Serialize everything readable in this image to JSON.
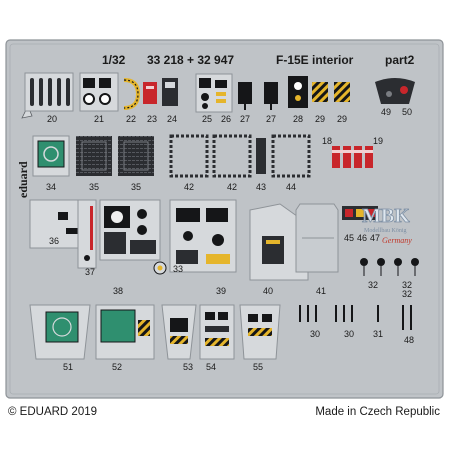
{
  "header": {
    "scale": "1/32",
    "codes": "33 218 + 32 947",
    "title": "F-15E interior",
    "part": "part2"
  },
  "brand": "eduard",
  "footer": {
    "copyright": "© EDUARD 2019",
    "made_in": "Made in Czech Republic"
  },
  "watermark": {
    "logo": "MBK",
    "tagline": "Modellbau König",
    "country": "Germany"
  },
  "part_numbers": [
    "20",
    "21",
    "22",
    "23",
    "24",
    "25",
    "26",
    "27",
    "27",
    "28",
    "29",
    "29",
    "49",
    "50",
    "18",
    "19",
    "34",
    "35",
    "35",
    "42",
    "42",
    "43",
    "44",
    "45",
    "46",
    "47",
    "36",
    "37",
    "38",
    "33",
    "39",
    "40",
    "41",
    "32",
    "32",
    "30",
    "30",
    "31",
    "32",
    "48",
    "51",
    "52",
    "53",
    "54",
    "55"
  ],
  "colors": {
    "fret": "#bfc3c7",
    "fret_edge": "#8e9398",
    "part_metal": "#d6d9dc",
    "panel_dark": "#2b2d31",
    "instrument_black": "#151618",
    "screen_green": "#2f8f6f",
    "warning_yellow": "#e5b52b",
    "warning_red": "#c8262b",
    "knob_orange": "#e0931e"
  }
}
